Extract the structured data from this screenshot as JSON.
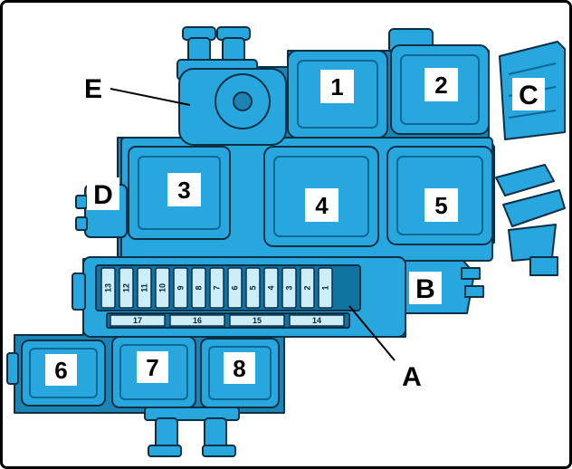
{
  "diagram": {
    "type": "fuse-relay-panel",
    "colors": {
      "body": "#27A7DD",
      "body_dark": "#1B84B4",
      "body_inner": "#1173A2",
      "outline": "#0B2F45",
      "fuse_fill": "#CDEDF8",
      "label_bg": "#FFFFFF",
      "label_text": "#000000"
    },
    "positions": [
      "1",
      "2",
      "3",
      "4",
      "5",
      "6",
      "7",
      "8"
    ],
    "callouts": {
      "a": "A",
      "b": "B",
      "c": "C",
      "d": "D",
      "e": "E"
    },
    "fuse_numbers": [
      "13",
      "12",
      "11",
      "10",
      "9",
      "8",
      "7",
      "6",
      "5",
      "4",
      "3",
      "2",
      "1"
    ],
    "group_labels": [
      "17",
      "16",
      "15",
      "14"
    ]
  }
}
